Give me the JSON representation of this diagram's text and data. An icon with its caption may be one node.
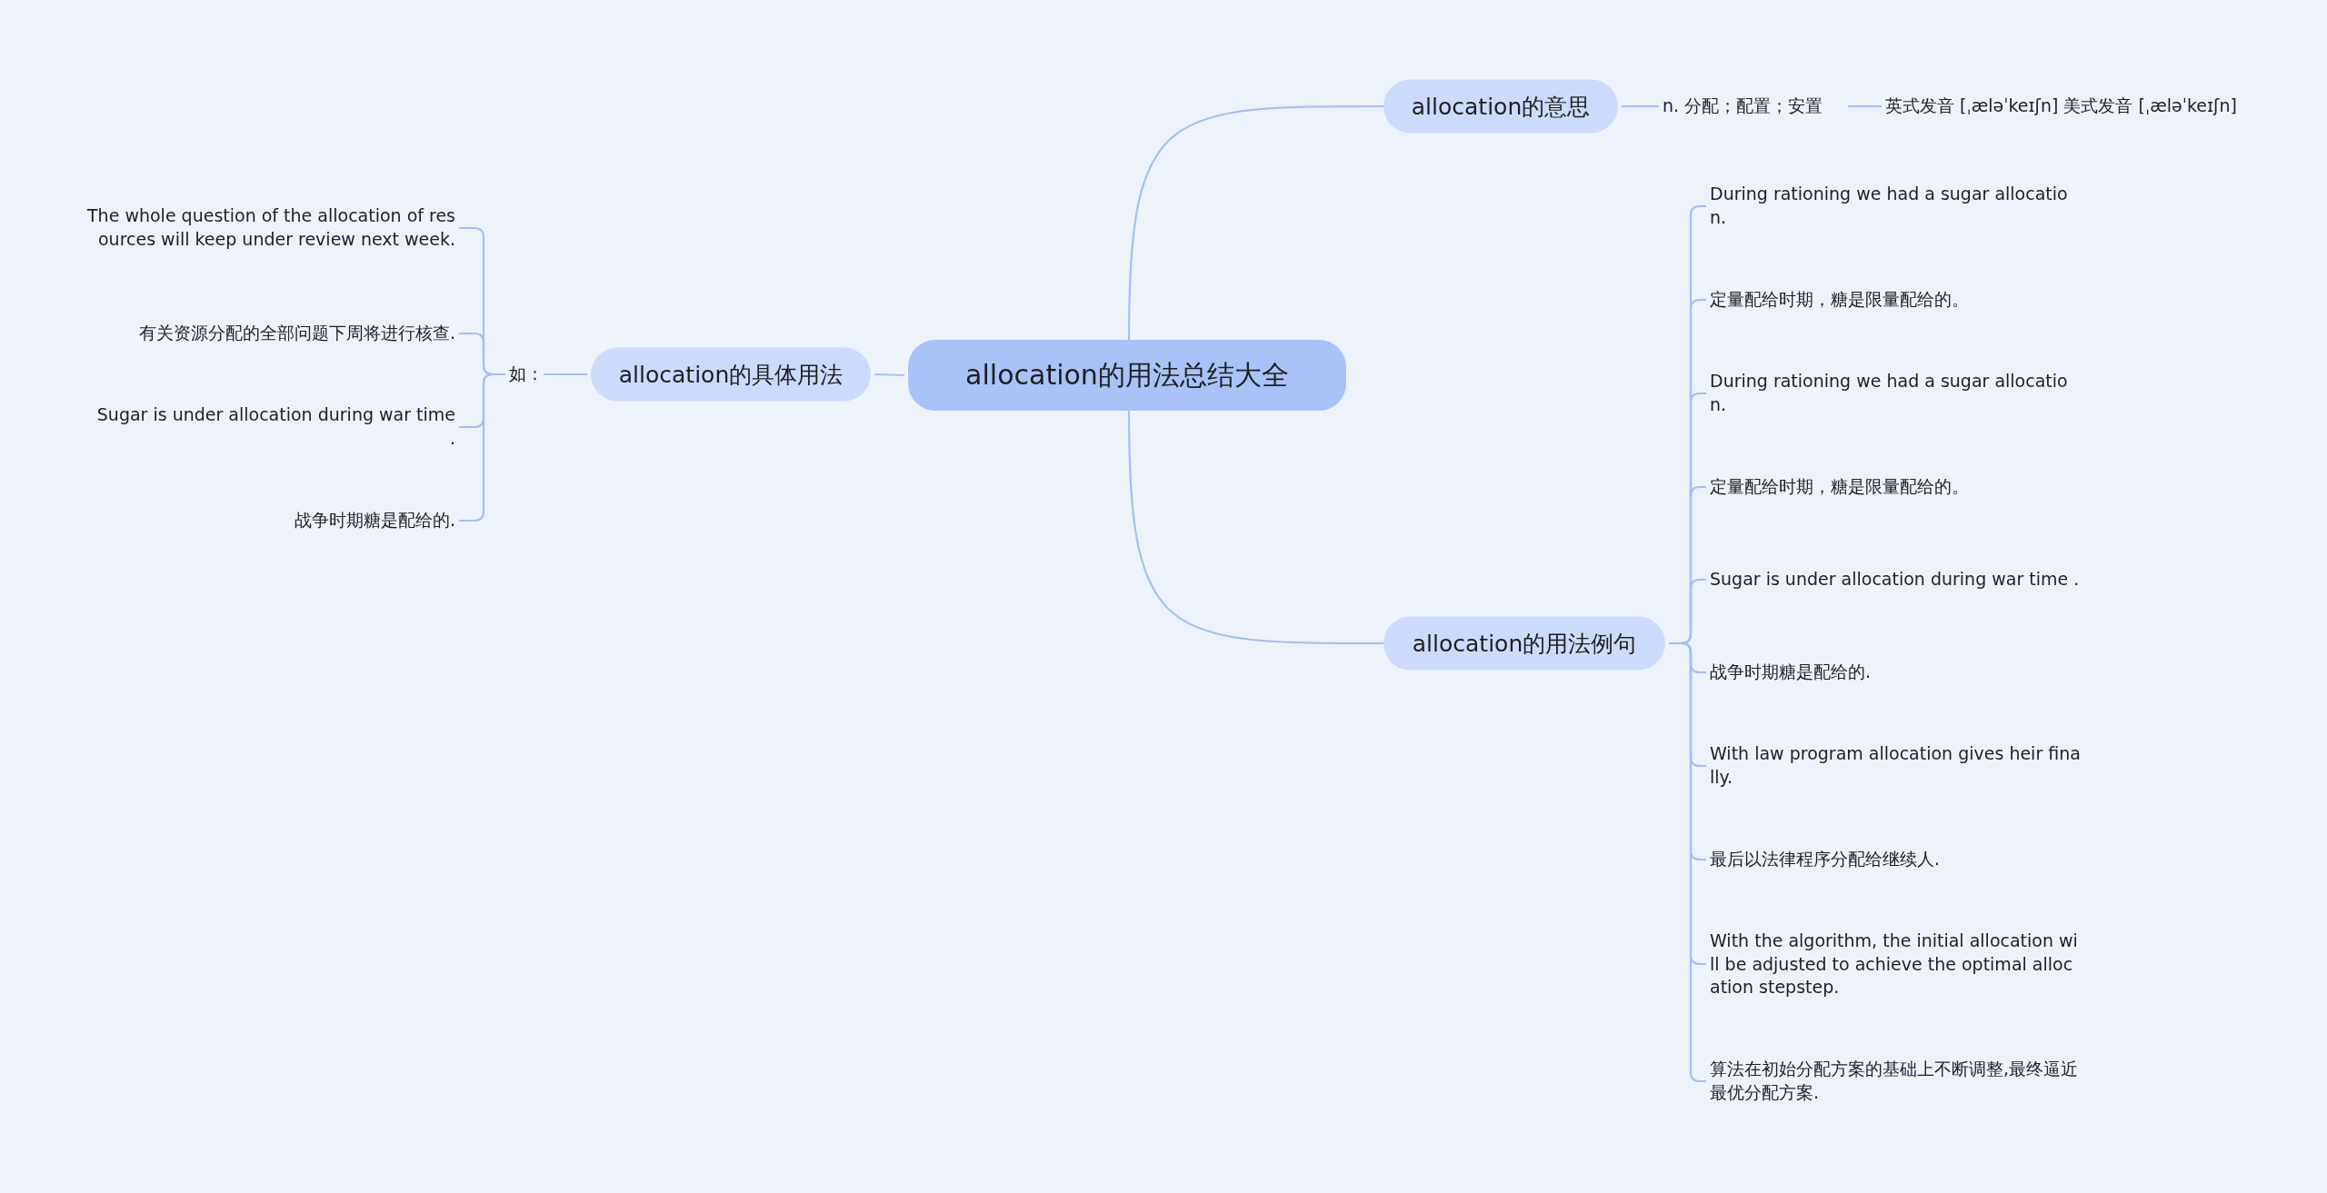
{
  "diagram": {
    "nodes": [
      {
        "text": [
          "allocation的用法总结大全"
        ]
      },
      {
        "text": [
          "allocation的意思"
        ]
      },
      {
        "text": [
          "n. 分配；配置；安置"
        ]
      },
      {
        "text": [
          "英式发音 [ˌæləˈkeɪʃn] 美式发音 [ˌæləˈkeɪʃn]"
        ]
      },
      {
        "text": [
          "allocation的用法例句"
        ]
      },
      {
        "text": [
          "During rationing we had a sugar allocation."
        ]
      },
      {
        "text": [
          "定量配给时期，糖是限量配给的。"
        ]
      },
      {
        "text": [
          "During rationing we had a sugar allocation."
        ]
      },
      {
        "text": [
          "定量配给时期，糖是限量配给的。"
        ]
      },
      {
        "text": [
          "Sugar is under allocation during war time ."
        ]
      },
      {
        "text": [
          "战争时期糖是配给的."
        ]
      },
      {
        "text": [
          "With law program allocation gives heir finally."
        ]
      },
      {
        "text": [
          "最后以法律程序分配给继续人."
        ]
      },
      {
        "text": [
          "With the algorithm, the initial allocation will be adjusted to achieve the optimal allocation stepstep."
        ]
      },
      {
        "text": [
          "算法在初始分配方案的基础上不断调整,最终逼近最优分配方案."
        ]
      },
      {
        "text": [
          "allocation的具体用法"
        ]
      },
      {
        "text": [
          "如："
        ]
      },
      {
        "text": [
          "The whole question of the allocation of resources will keep under review next week."
        ]
      },
      {
        "text": [
          "有关资源分配的全部问题下周将进行核查."
        ]
      },
      {
        "text": [
          "Sugar is under allocation during war time ."
        ]
      },
      {
        "text": [
          "战争时期糖是配给的."
        ]
      }
    ],
    "edges": [
      {
        "from": 0,
        "to": 1,
        "arrow": "none"
      },
      {
        "from": 1,
        "to": 2,
        "arrow": "none"
      },
      {
        "from": 2,
        "to": 3,
        "arrow": "none"
      },
      {
        "from": 0,
        "to": 4,
        "arrow": "none"
      },
      {
        "from": 4,
        "to": 5,
        "arrow": "none"
      },
      {
        "from": 4,
        "to": 6,
        "arrow": "none"
      },
      {
        "from": 4,
        "to": 7,
        "arrow": "none"
      },
      {
        "from": 4,
        "to": 8,
        "arrow": "none"
      },
      {
        "from": 4,
        "to": 9,
        "arrow": "none"
      },
      {
        "from": 4,
        "to": 10,
        "arrow": "none"
      },
      {
        "from": 4,
        "to": 11,
        "arrow": "none"
      },
      {
        "from": 4,
        "to": 12,
        "arrow": "none"
      },
      {
        "from": 4,
        "to": 13,
        "arrow": "none"
      },
      {
        "from": 4,
        "to": 14,
        "arrow": "none"
      },
      {
        "from": 0,
        "to": 15,
        "arrow": "none"
      },
      {
        "from": 15,
        "to": 16,
        "arrow": "none"
      },
      {
        "from": 16,
        "to": 17,
        "arrow": "none"
      },
      {
        "from": 16,
        "to": 18,
        "arrow": "none"
      },
      {
        "from": 16,
        "to": 19,
        "arrow": "none"
      },
      {
        "from": 16,
        "to": 20,
        "arrow": "none"
      }
    ]
  }
}
